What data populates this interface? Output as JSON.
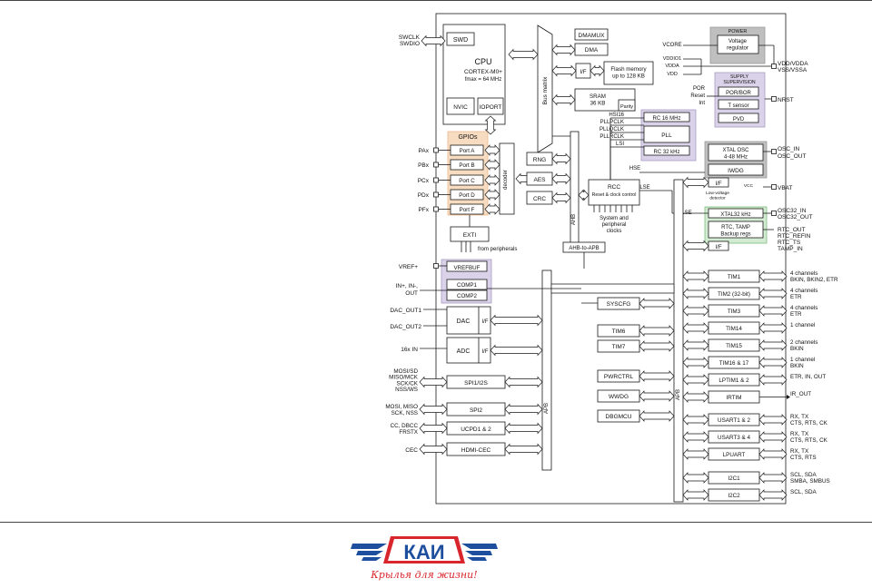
{
  "diagram": {
    "cpu": {
      "swd": "SWD",
      "title": "CPU",
      "core": "CORTEX-M0+",
      "freq": "f",
      "freq_sub": "max",
      "freq_rest": " = 64 MHz",
      "nvic": "NVIC",
      "ioport": "IOPORT"
    },
    "gpio": {
      "title": "GPIOs",
      "ports": [
        "Port A",
        "Port B",
        "Port C",
        "Port D",
        "Port F"
      ],
      "decoder": "decoder",
      "exti": "EXTI",
      "from_periph": "from peripherals"
    },
    "left_signals": {
      "swclk": "SWCLK",
      "swdio": "SWDIO",
      "pax": "PAx",
      "pbx": "PBx",
      "pcx": "PCx",
      "pdx": "PDx",
      "pfx": "PFx",
      "vref": "VREF+",
      "in": "IN+, IN-,",
      "out": "OUT",
      "dac1": "DAC_OUT1",
      "dac2": "DAC_OUT2",
      "in16": "16x IN",
      "spi1_lines": [
        "MOSI/SD",
        "MISO/MCK",
        "SCK/CK",
        "NSS/WS"
      ],
      "spi2_lines": [
        "MOSI, MISO",
        "SCK, NSS"
      ],
      "ucpd_lines": [
        "CC, DBCC",
        "FRSTX"
      ],
      "cec": "CEC"
    },
    "left_blocks": {
      "vrefbuf": "VREFBUF",
      "comp1": "COMP1",
      "comp2": "COMP2",
      "dac": "DAC",
      "dac_if": "I/F",
      "adc": "ADC",
      "adc_if": "I/F",
      "spi1": "SPI1/I2S",
      "spi2": "SPI2",
      "ucpd": "UCPD1 & 2",
      "hdmicec": "HDMI-CEC"
    },
    "center": {
      "bus_matrix": "Bus matrix",
      "dmamux": "DMAMUX",
      "dma": "DMA",
      "flash_if": "I/F",
      "flash": [
        "Flash memory",
        "up to 128 KB"
      ],
      "sram": [
        "SRAM",
        "36 KB"
      ],
      "parity": "Parity",
      "rng": "RNG",
      "aes": "AES",
      "crc": "CRC",
      "ahb": "AHB",
      "ahb_to_apb": "AHB-to-APB",
      "apb": "APB",
      "syscfg": "SYSCFG",
      "tim6": "TIM6",
      "tim7": "TIM7",
      "pwrctrl": "PWRCTRL",
      "wwdg": "WWDG",
      "dbgmcu": "DBGMCU"
    },
    "rcc": {
      "title": "RCC",
      "sub": "Reset & clock control",
      "sys": [
        "System and",
        "peripheral",
        "clocks"
      ],
      "hsi16": "HSI16",
      "pllpclk": "PLLPCLK",
      "pllqclk": "PLLQCLK",
      "pllrclk": "PLLRCLK",
      "lsi": "LSI",
      "hse": "HSE",
      "lse": "LSE",
      "lse2": "LSE"
    },
    "clocks": {
      "rc16": "RC 16 MHz",
      "pll": "PLL",
      "rc32": "RC 32 kHz",
      "xtal_osc": [
        "XTAL OSC",
        "4-48 MHz"
      ],
      "iwdg": "IWDG",
      "if1": "I/F",
      "lvd": [
        "Low-voltage",
        "detector"
      ],
      "vcc": "VCC",
      "xtal32": "XTAL32 kHz",
      "rtc": [
        "RTC, TAMP",
        "Backup regs"
      ],
      "if2": "I/F"
    },
    "power": {
      "title": "POWER",
      "regulator": [
        "Voltage",
        "regulator"
      ],
      "vcore": "V",
      "vcore_sub": "CORE",
      "vddio": "V",
      "vddio_sub": "DDIO1",
      "vdda": "V",
      "vdda_sub": "DDA",
      "vdd": "V",
      "vdd_sub": "DD"
    },
    "supply": {
      "title": [
        "SUPPLY",
        "SUPERVISION"
      ],
      "porbor": "POR/BOR",
      "tsensor": "T sensor",
      "pvd": "PVD",
      "por": "POR",
      "reset": "Reset",
      "int": "Int"
    },
    "right_blocks": [
      "TIM1",
      "TIM2",
      "TIM3",
      "TIM14",
      "TIM15",
      "TIM16 & 17",
      "LPTIM1 & 2",
      "IRTIM",
      "USART1 & 2",
      "USART3 & 4",
      "LPUART",
      "I2C1",
      "I2C2"
    ],
    "tim2_suffix": "(32-bit)",
    "right_signals": [
      [
        "4 channels",
        "BKIN, BKIN2, ETR"
      ],
      [
        "4 channels",
        "ETR"
      ],
      [
        "4 channels",
        "ETR"
      ],
      [
        "1 channel"
      ],
      [
        "2 channels",
        "BKIN"
      ],
      [
        "1 channel",
        "BKIN"
      ],
      [
        "ETR, IN, OUT"
      ],
      [
        "IR_OUT"
      ],
      [
        "RX, TX",
        "CTS, RTS, CK"
      ],
      [
        "RX, TX",
        "CTS, RTS, CK"
      ],
      [
        "RX, TX",
        "CTS, RTS"
      ],
      [
        "SCL, SDA",
        "SMBA, SMBUS"
      ],
      [
        "SCL, SDA"
      ]
    ],
    "right_pins": {
      "vdd": "VDD/VDDA",
      "vss": "VSS/VSSA",
      "nrst": "NRST",
      "osc_in": "OSC_IN",
      "osc_out": "OSC_OUT",
      "vbat": "VBAT",
      "osc32_in": "OSC32_IN",
      "osc32_out": "OSC32_OUT",
      "rtc_out": "RTC_OUT",
      "rtc_refin": "RTC_REFIN",
      "rtc_ts": "RTC_TS",
      "tamp_in": "TAMP_IN"
    }
  },
  "logo": {
    "brand": "КАИ",
    "slogan": "Крылья для жизни!"
  },
  "colors": {
    "line": "#1a1a1a",
    "box_fill": "#ffffff",
    "gpio_fill": "#f8dcc2",
    "gpio_edge": "#e8b98e",
    "lavender": "#d9d2e9",
    "lavender_edge": "#a79bc4",
    "grey_panel": "#bfbfbf",
    "green_panel": "#d3ead3",
    "green_edge": "#7cbf7c",
    "bus_fill": "#ffffff",
    "logo_blue": "#1d4f9e",
    "logo_red": "#d9262c"
  }
}
